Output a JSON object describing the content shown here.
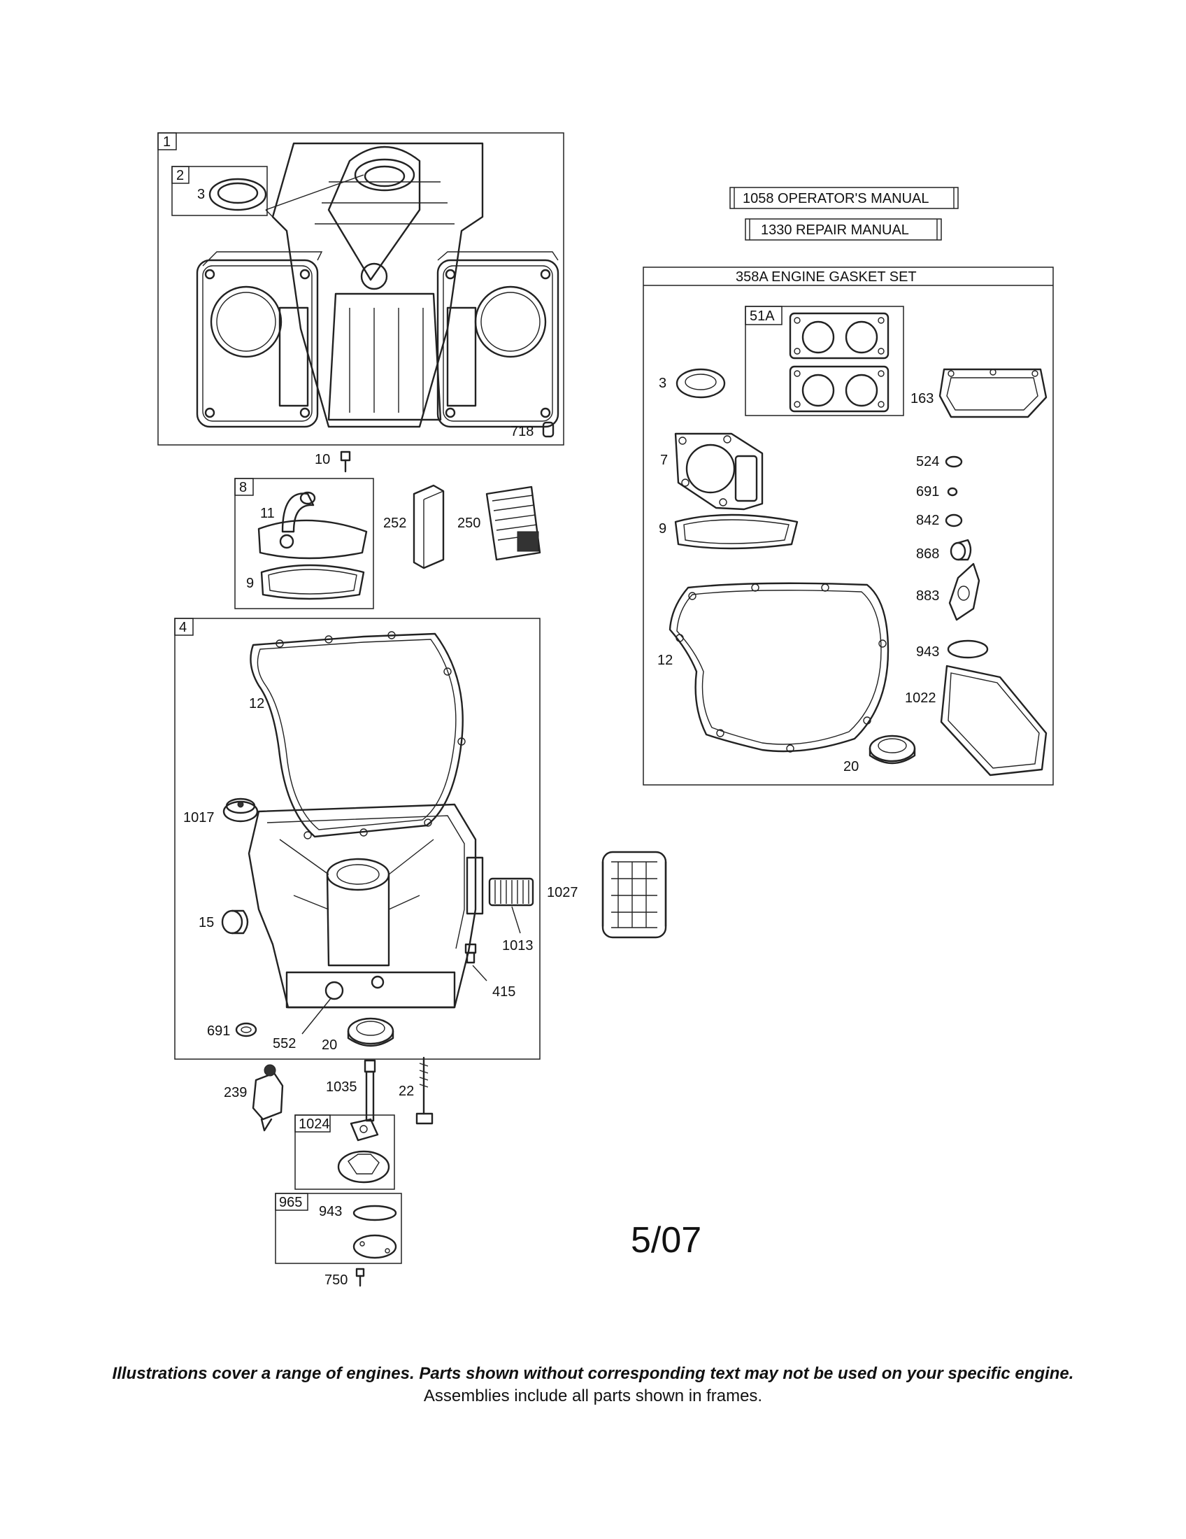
{
  "manuals": {
    "operators": "1058 OPERATOR'S MANUAL",
    "repair": "1330 REPAIR MANUAL"
  },
  "gasket_set": {
    "title": "358A ENGINE GASKET SET"
  },
  "assemblies": {
    "a1": "1",
    "a2": "2",
    "a8": "8",
    "a4": "4",
    "a51A": "51A",
    "a1024": "1024",
    "a965": "965"
  },
  "labels": {
    "cyl_3": "3",
    "cyl_718": "718",
    "cyl_10": "10",
    "br_11": "11",
    "br_9": "9",
    "br_252": "252",
    "br_250": "250",
    "sump_12": "12",
    "sump_1017": "1017",
    "sump_15": "15",
    "sump_1027": "1027",
    "sump_1013": "1013",
    "sump_415": "415",
    "sump_691": "691",
    "sump_552": "552",
    "sump_20": "20",
    "low_239": "239",
    "low_1035": "1035",
    "low_22": "22",
    "low_943": "943",
    "low_750": "750",
    "gs_3": "3",
    "gs_163": "163",
    "gs_7": "7",
    "gs_524": "524",
    "gs_691": "691",
    "gs_842": "842",
    "gs_9": "9",
    "gs_868": "868",
    "gs_883": "883",
    "gs_12": "12",
    "gs_943": "943",
    "gs_1022": "1022",
    "gs_20": "20"
  },
  "date_code": "5/07",
  "footer": {
    "note": "Illustrations cover a range of engines. Parts shown without corresponding text may not be used on your specific engine.",
    "sub": "Assemblies include all parts shown in frames."
  }
}
